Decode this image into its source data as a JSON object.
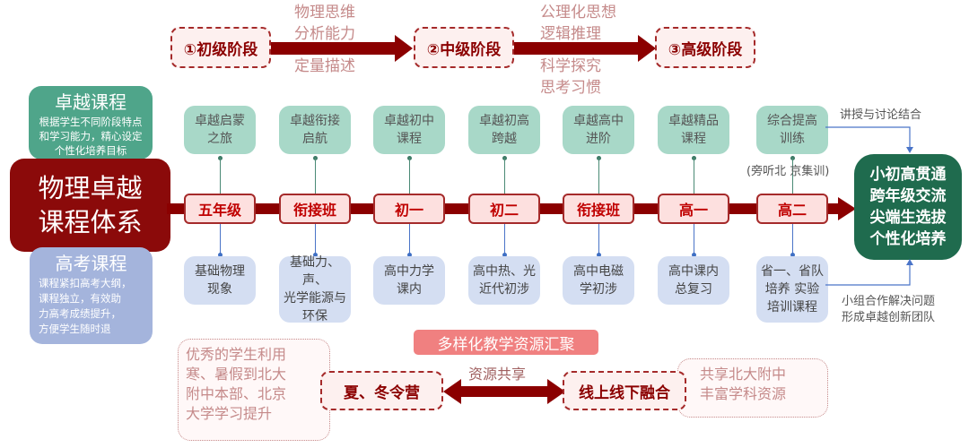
{
  "stages": [
    {
      "label": "①初级阶段"
    },
    {
      "label": "②中级阶段"
    },
    {
      "label": "③高级阶段"
    }
  ],
  "stage_notes": {
    "first_above": "物理思维\n分析能力",
    "first_below": "定量描述",
    "second_above": "公理化思想\n逻辑推理",
    "second_below": "科学探究\n思考习惯"
  },
  "left": {
    "excellence": {
      "title": "卓越课程",
      "desc": "根据学生不同阶段特点和学习能力，精心设定个性化培养目标"
    },
    "main_title": "物理卓越\n课程体系",
    "gaokao": {
      "title": "高考课程",
      "desc": "课程紧扣高考大纲，\n课程独立，有效助\n力高考成绩提升，\n方便学生随时退"
    }
  },
  "timeline": [
    {
      "grade": "五年级",
      "top": "卓越启蒙\n之旅",
      "bottom": "基础物理\n现象"
    },
    {
      "grade": "衔接班",
      "top": "卓越衔接\n启航",
      "bottom": "基础力、声、\n光学能源与\n环保"
    },
    {
      "grade": "初一",
      "top": "卓越初中\n课程",
      "bottom": "高中力学\n课内"
    },
    {
      "grade": "初二",
      "top": "卓越初高\n跨越",
      "bottom": "高中热、光\n近代初涉"
    },
    {
      "grade": "衔接班",
      "top": "卓越高中\n进阶",
      "bottom": "高中电磁\n学初涉"
    },
    {
      "grade": "高一",
      "top": "卓越精品\n课程",
      "bottom": "高中课内\n总复习"
    },
    {
      "grade": "高二",
      "top": "综合提高\n训练",
      "bottom": "省一、省队\n培养 实验\n培训课程"
    }
  ],
  "side_note_beijing": "(旁听北  京集训)",
  "outcome": "小初高贯通\n跨年级交流\n尖端生选拔\n个性化培养",
  "right_labels": {
    "top": "讲授与讨论结合",
    "bottom": "小组合作解决问题\n形成卓越创新团队"
  },
  "resources": {
    "banner": "多样化教学资源汇聚",
    "camp": "夏、冬令营",
    "online": "线上线下融合",
    "share_label": "资源共享",
    "camp_note": "优秀的学生利用\n寒、暑假到北大\n附中本部、北京\n大学学习提升",
    "online_note": "共享北大附中\n丰富学科资源"
  },
  "colors": {
    "dark_red": "#8b0000",
    "green_card": "#4fa58a",
    "outcome_green": "#1f6b4e",
    "blue_card": "#a4b4dc",
    "pink_banner": "#f08080"
  }
}
